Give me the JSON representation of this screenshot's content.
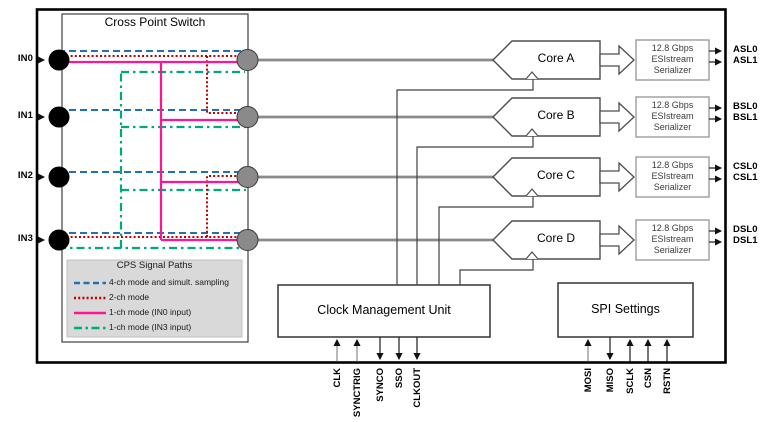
{
  "colors": {
    "path_4ch": "#2272B2",
    "path_2ch": "#C00000",
    "path_1ch_in0": "#FF1493",
    "path_1ch_in3": "#00A87E",
    "node_gray": "#8a8a8a"
  },
  "chip": {
    "cps": {
      "title": "Cross Point Switch",
      "inputs": [
        "IN0",
        "IN1",
        "IN2",
        "IN3"
      ],
      "legend": {
        "title": "CPS Signal Paths",
        "items": [
          "4-ch mode and simult. sampling",
          "2-ch mode",
          "1-ch mode (IN0 input)",
          "1-ch mode (IN3 input)"
        ]
      }
    },
    "cores": [
      "Core A",
      "Core B",
      "Core C",
      "Core D"
    ],
    "serializer": {
      "line1": "12.8 Gbps",
      "line2": "ESIstream",
      "line3": "Serializer"
    },
    "outputs": [
      "ASL0",
      "ASL1",
      "BSL0",
      "BSL1",
      "CSL0",
      "CSL1",
      "DSL0",
      "DSL1"
    ],
    "cmu": {
      "title": "Clock Management Unit",
      "pins": [
        "CLK",
        "SYNCTRIG",
        "SYNCO",
        "SSO",
        "CLKOUT"
      ]
    },
    "spi": {
      "title": "SPI Settings",
      "pins": [
        "MOSI",
        "MISO",
        "SCLK",
        "CSN",
        "RSTN"
      ]
    }
  }
}
